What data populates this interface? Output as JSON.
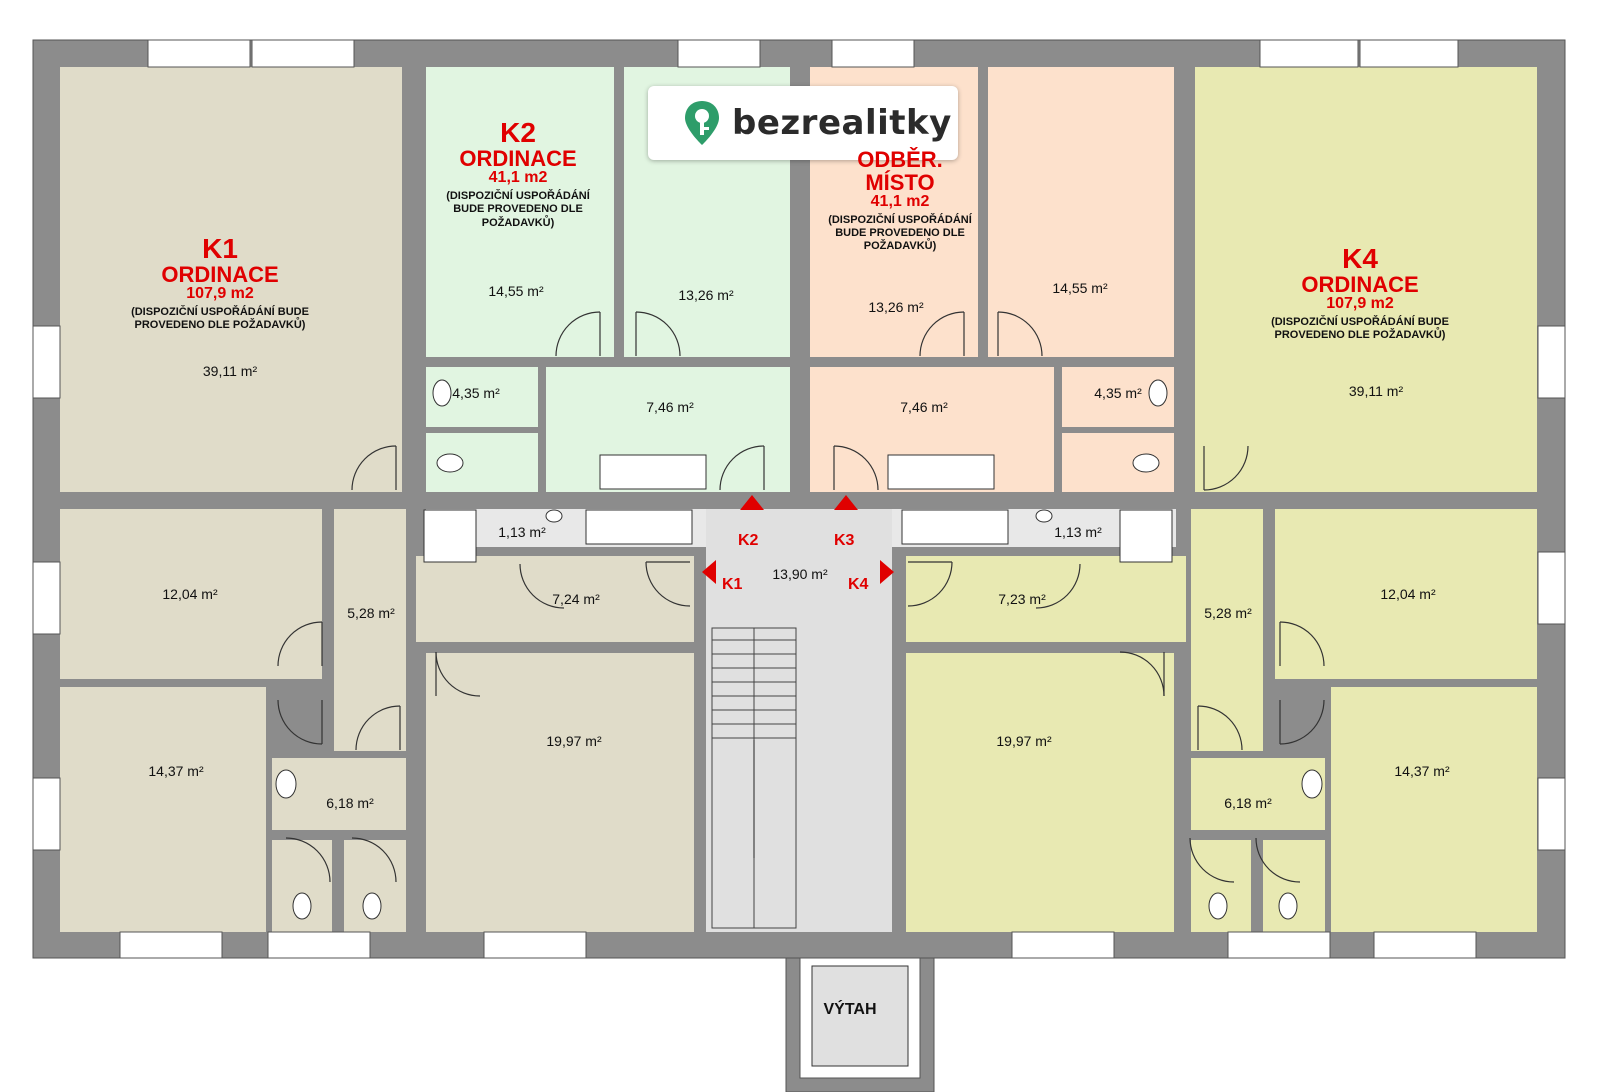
{
  "logo": {
    "text": "bezrealitky",
    "icon": "map-pin-key-icon",
    "color": "#2e9d6a"
  },
  "colors": {
    "k1": "#e0dcc9",
    "k2": "#e1f5e1",
    "k3": "#fde1cc",
    "k4": "#e8e9b2",
    "hall": "#e0e0e0",
    "wall": "#8c8c8c",
    "label": "#e00000"
  },
  "units": {
    "k1": {
      "code": "K1",
      "name": "ORDINACE",
      "area": "107,9 m2",
      "note1": "(DISPOZIČNÍ USPOŘÁDÁNÍ BUDE",
      "note2": "PROVEDENO DLE POŽADAVKŮ)"
    },
    "k2": {
      "code": "K2",
      "name": "ORDINACE",
      "area": "41,1 m2",
      "note1": "(DISPOZIČNÍ USPOŘÁDÁNÍ",
      "note2": "BUDE PROVEDENO DLE",
      "note3": "POŽADAVKŮ)"
    },
    "k3": {
      "name1": "ODBĚR.",
      "name2": "MÍSTO",
      "area": "41,1 m2",
      "note1": "(DISPOZIČNÍ USPOŘÁDÁNÍ",
      "note2": "BUDE PROVEDENO DLE",
      "note3": "POŽADAVKŮ)"
    },
    "k4": {
      "code": "K4",
      "name": "ORDINACE",
      "area": "107,9 m2",
      "note1": "(DISPOZIČNÍ USPOŘÁDÁNÍ BUDE",
      "note2": "PROVEDENO DLE POŽADAVKŮ)"
    }
  },
  "rooms": {
    "k1_main": "39,11 m²",
    "k1_r12": "12,04 m²",
    "k1_r14": "14,37 m²",
    "k1_hall": "5,28 m²",
    "k1_wc": "6,18 m²",
    "k1_kitchen": "7,24 m²",
    "k1_r19": "19,97 m²",
    "k2_a": "14,55 m²",
    "k2_b": "13,26 m²",
    "k2_wc": "4,35 m²",
    "k2_hall": "7,46 m²",
    "k3_a": "13,26 m²",
    "k3_b": "14,55 m²",
    "k3_wc": "4,35 m²",
    "k3_hall": "7,46 m²",
    "k4_main": "39,11 m²",
    "k4_r12": "12,04 m²",
    "k4_r14": "14,37 m²",
    "k4_hall": "5,28 m²",
    "k4_wc": "6,18 m²",
    "k4_kitchen": "7,23 m²",
    "k4_r19": "19,97 m²",
    "wc_small_left": "1,13 m²",
    "wc_small_right": "1,13 m²",
    "corridor": "13,90 m²"
  },
  "markers": {
    "k1": "K1",
    "k2": "K2",
    "k3": "K3",
    "k4": "K4"
  },
  "lift": "VÝTAH"
}
